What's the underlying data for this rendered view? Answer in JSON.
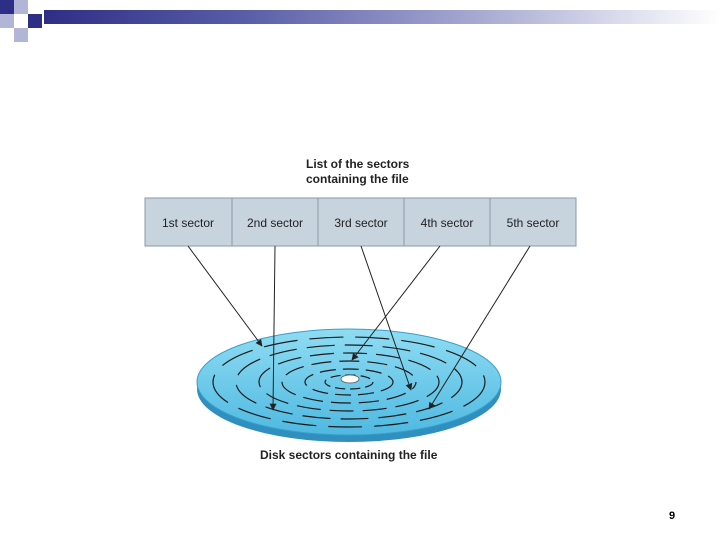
{
  "list_title": [
    "List of the sectors",
    "containing the file"
  ],
  "sector_cells": [
    "1st sector",
    "2nd sector",
    "3rd sector",
    "4th sector",
    "5th sector"
  ],
  "disk_caption": "Disk sectors containing the file",
  "page_number": "9",
  "colors": {
    "cell_fill": "#c7d3dd",
    "cell_border": "#8a9ba8",
    "disk_top": "#6ccbea",
    "disk_edge": "#3a9fc9",
    "header_dark": "#2e2e86",
    "header_light": "#b3b5d7"
  }
}
